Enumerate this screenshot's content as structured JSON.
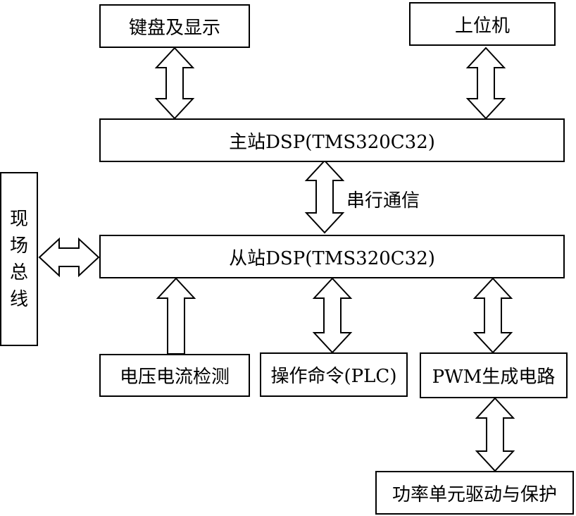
{
  "boxes": {
    "keyboard_display": "键盘及显示",
    "host_computer": "上位机",
    "master_dsp": "主站DSP(TMS320C32)",
    "slave_dsp": "从站DSP(TMS320C32)",
    "fieldbus": [
      "现",
      "场",
      "总",
      "线"
    ],
    "voltage_current_detection": "电压电流检测",
    "operation_command": "操作命令(PLC)",
    "pwm_generation": "PWM生成电路",
    "power_unit_driver": "功率单元驱动与保护"
  },
  "labels": {
    "serial_comm": "串行通信"
  }
}
